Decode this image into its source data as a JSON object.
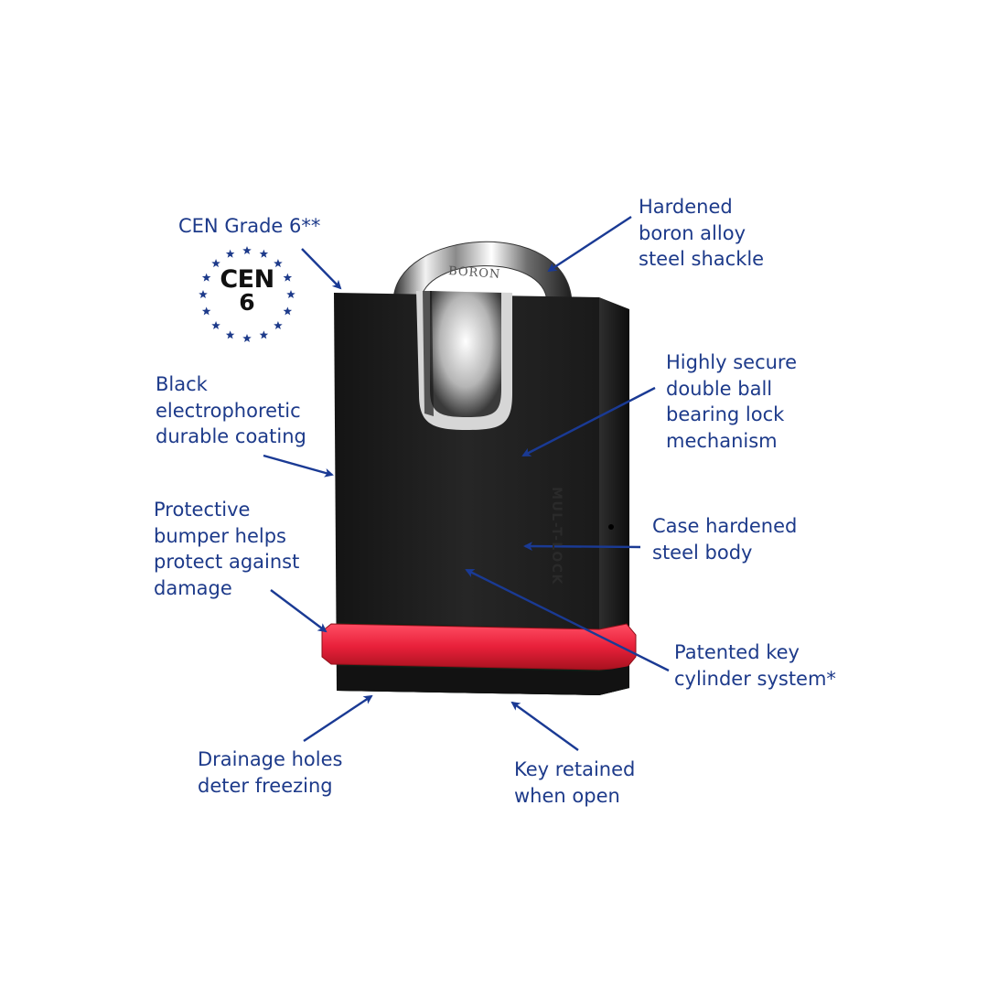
{
  "callouts": {
    "cen_grade": {
      "lines": [
        "CEN Grade 6**"
      ]
    },
    "shackle": {
      "lines": [
        "Hardened",
        "boron alloy",
        "steel shackle"
      ]
    },
    "coating": {
      "lines": [
        "Black",
        "electrophoretic",
        "durable coating"
      ]
    },
    "mechanism": {
      "lines": [
        "Highly secure",
        "double ball",
        "bearing lock",
        "mechanism"
      ]
    },
    "bumper": {
      "lines": [
        "Protective",
        "bumper helps",
        "protect against",
        "damage"
      ]
    },
    "body": {
      "lines": [
        "Case hardened",
        "steel body"
      ]
    },
    "cylinder": {
      "lines": [
        "Patented key",
        "cylinder system*"
      ]
    },
    "drainage": {
      "lines": [
        "Drainage holes",
        "deter freezing"
      ]
    },
    "key_retained": {
      "lines": [
        "Key retained",
        "when open"
      ]
    }
  },
  "badge": {
    "cen": "CEN",
    "grade": "6"
  },
  "product": {
    "shackle_engraving": "BORON",
    "brand_engraving": "MUL-T-LOCK"
  },
  "colors": {
    "label_text": "#1d3a8a",
    "arrow": "#1a3a94",
    "body": "#1c1c1c",
    "bumper": "#e8203a",
    "badge_stars": "#1d3a8a"
  }
}
